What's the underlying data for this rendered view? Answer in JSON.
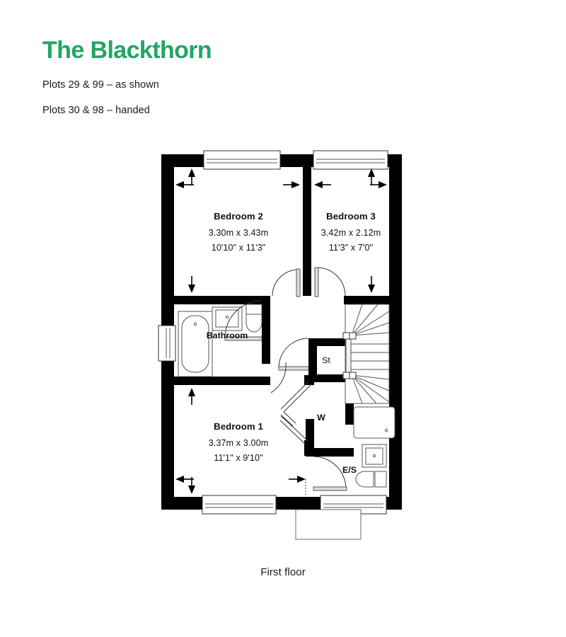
{
  "header": {
    "title": "The Blackthorn",
    "plot_lines": [
      "Plots 29 & 99 – as shown",
      "Plots 30 & 98 – handed"
    ]
  },
  "caption": {
    "floor_label": "First floor"
  },
  "colors": {
    "brand_green": "#22a565",
    "wall_black": "#000000",
    "fixture_line": "#555555",
    "text": "#111111",
    "page_background": "#ffffff"
  },
  "plan": {
    "floor": "First floor",
    "rooms": [
      {
        "id": "bedroom2",
        "name": "Bedroom 2",
        "metric": "3.30m x 3.43m",
        "imperial": "10'10\" x 11'3\""
      },
      {
        "id": "bedroom3",
        "name": "Bedroom 3",
        "metric": "3.42m x 2.12m",
        "imperial": "11'3\" x 7'0\""
      },
      {
        "id": "bedroom1",
        "name": "Bedroom 1",
        "metric": "3.37m x 3.00m",
        "imperial": "11'1\" x 9'10\""
      },
      {
        "id": "bathroom",
        "name": "Bathroom",
        "metric": "",
        "imperial": ""
      },
      {
        "id": "storage",
        "name": "St",
        "metric": "",
        "imperial": ""
      },
      {
        "id": "wardrobe",
        "name": "W",
        "metric": "",
        "imperial": ""
      },
      {
        "id": "ensuite",
        "name": "E/S",
        "metric": "",
        "imperial": ""
      }
    ],
    "features": [
      "staircase-winder",
      "bath-tub",
      "wash-basin",
      "wc-toilet",
      "shower-tray",
      "window-top-left",
      "window-top-right",
      "window-left-bathroom",
      "window-bottom-left",
      "window-bottom-right",
      "porch-canopy-outline",
      "dimension-arrows"
    ]
  }
}
